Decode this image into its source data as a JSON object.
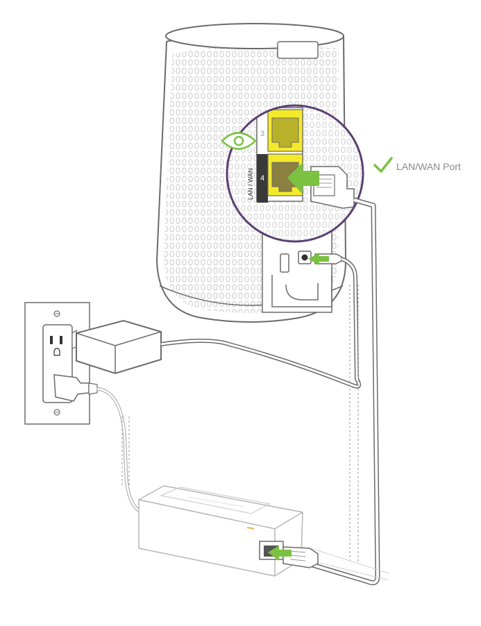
{
  "callout": {
    "label": "LAN/WAN Port"
  },
  "ports": {
    "upper_number": "3",
    "lower_number": "4",
    "side_label": "LAN / WAN"
  },
  "colors": {
    "port_highlight": "#f5ea2a",
    "accent_green": "#7bc142",
    "outline": "#6a6a6a",
    "magnifier_ring": "#5a3f73",
    "device_fill": "#ffffff",
    "label_text": "#8a8a8a"
  },
  "icons": {
    "view": "eye-icon",
    "status": "checkmark-icon"
  }
}
